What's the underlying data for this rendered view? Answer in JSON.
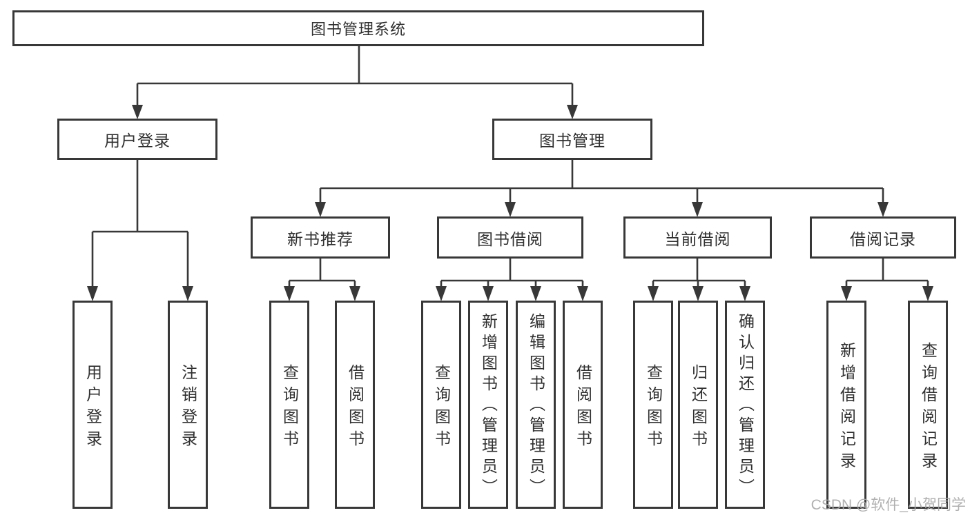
{
  "diagram_title": "图书管理系统",
  "watermark": "CSDN @软件_小贺同学",
  "colors": {
    "line": "#383838",
    "text": "#303030",
    "box_background": "#ffffff",
    "watermark": "#a8a8a8",
    "page_background": "#ffffff"
  },
  "nodes": {
    "root": {
      "label": "图书管理系统"
    },
    "level2": [
      {
        "label": "用户登录",
        "parent": "图书管理系统"
      },
      {
        "label": "图书管理",
        "parent": "图书管理系统"
      }
    ],
    "level3": [
      {
        "label": "新书推荐",
        "parent": "图书管理"
      },
      {
        "label": "图书借阅",
        "parent": "图书管理"
      },
      {
        "label": "当前借阅",
        "parent": "图书管理"
      },
      {
        "label": "借阅记录",
        "parent": "图书管理"
      }
    ],
    "leaves": [
      {
        "label": "用户登录",
        "parent": "用户登录"
      },
      {
        "label": "注销登录",
        "parent": "用户登录"
      },
      {
        "label": "查询图书",
        "parent": "新书推荐"
      },
      {
        "label": "借阅图书",
        "parent": "新书推荐"
      },
      {
        "label": "查询图书",
        "parent": "图书借阅"
      },
      {
        "label": "新增图书（管理员）",
        "parent": "图书借阅"
      },
      {
        "label": "编辑图书（管理员）",
        "parent": "图书借阅"
      },
      {
        "label": "借阅图书",
        "parent": "图书借阅"
      },
      {
        "label": "查询图书",
        "parent": "当前借阅"
      },
      {
        "label": "归还图书",
        "parent": "当前借阅"
      },
      {
        "label": "确认归还（管理员）",
        "parent": "当前借阅"
      },
      {
        "label": "新增借阅记录",
        "parent": "借阅记录"
      },
      {
        "label": "查询借阅记录",
        "parent": "借阅记录"
      }
    ]
  }
}
